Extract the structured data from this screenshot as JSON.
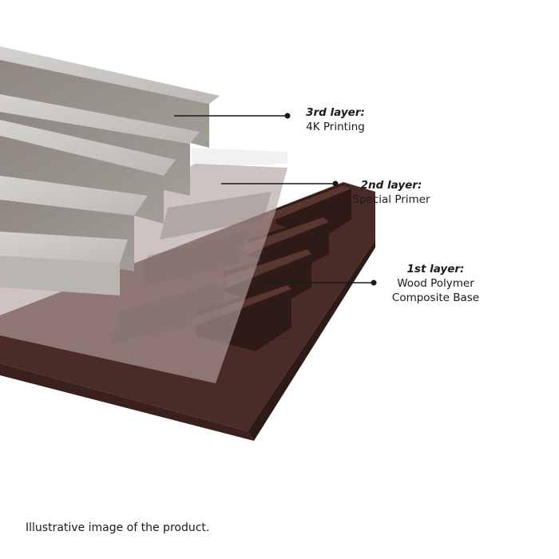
{
  "colors": {
    "background": "#ffffff",
    "wood_light": "#cfcdca",
    "wood_dark": "#9a948e",
    "primer_white": "#eeeeee",
    "primer_translucent": "#b9a8a6",
    "base_brown": "#4e2e2a",
    "base_brown_dark": "#2e1a16",
    "leader_line": "#1a1a1a"
  },
  "layers": [
    {
      "title": "3rd layer:",
      "description": "4K Printing"
    },
    {
      "title": "2nd layer:",
      "description": "Special Primer"
    },
    {
      "title": "1st layer:",
      "description": "Wood Polymer",
      "description_line2": "Composite Base"
    }
  ],
  "caption": "Illustrative image of the product."
}
